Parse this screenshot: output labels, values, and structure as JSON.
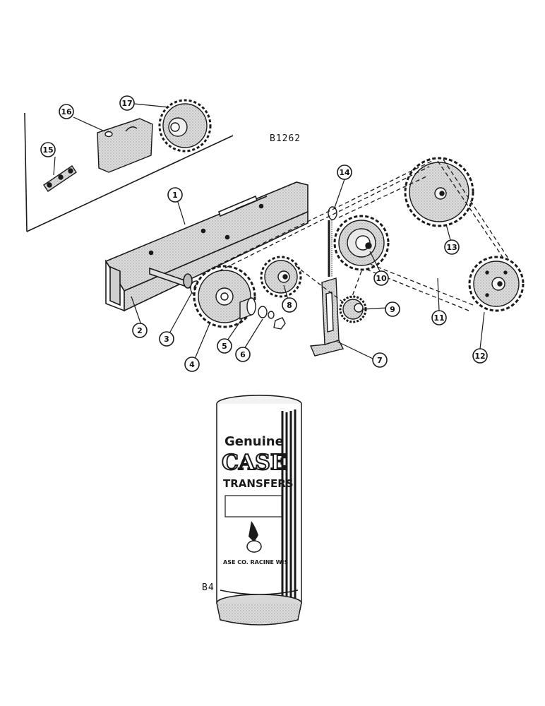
{
  "labels": {
    "drawing_code": "B1262",
    "can_code": "B4"
  },
  "callouts": [
    "1",
    "2",
    "3",
    "4",
    "5",
    "6",
    "7",
    "8",
    "9",
    "10",
    "11",
    "12",
    "13",
    "14",
    "15",
    "16",
    "17"
  ],
  "can": {
    "line1": "Genuine",
    "line2": "CASE",
    "line3": "TRANSFERS",
    "bottom_text": "ASE CO. RACINE WIS"
  },
  "colors": {
    "ink": "#1a1a1a",
    "shade": "#bdbdbd",
    "light": "#e6e6e6"
  }
}
